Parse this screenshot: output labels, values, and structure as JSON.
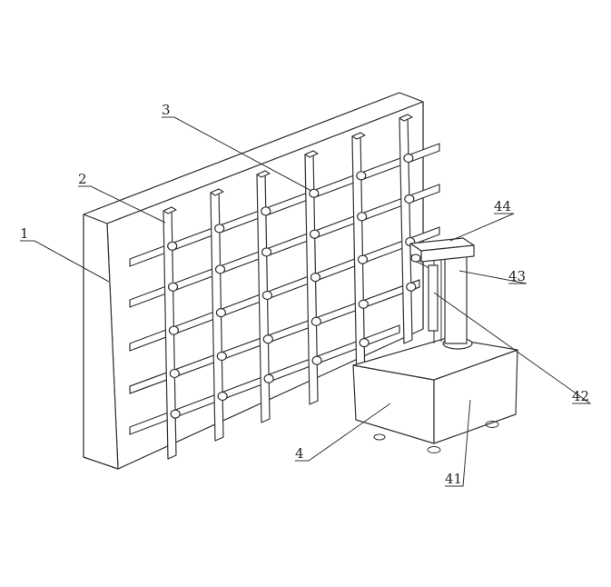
{
  "labels": {
    "l1": "1",
    "l2": "2",
    "l3": "3",
    "l4": "4",
    "l41": "41",
    "l42": "42",
    "l43": "43",
    "l44": "44"
  }
}
